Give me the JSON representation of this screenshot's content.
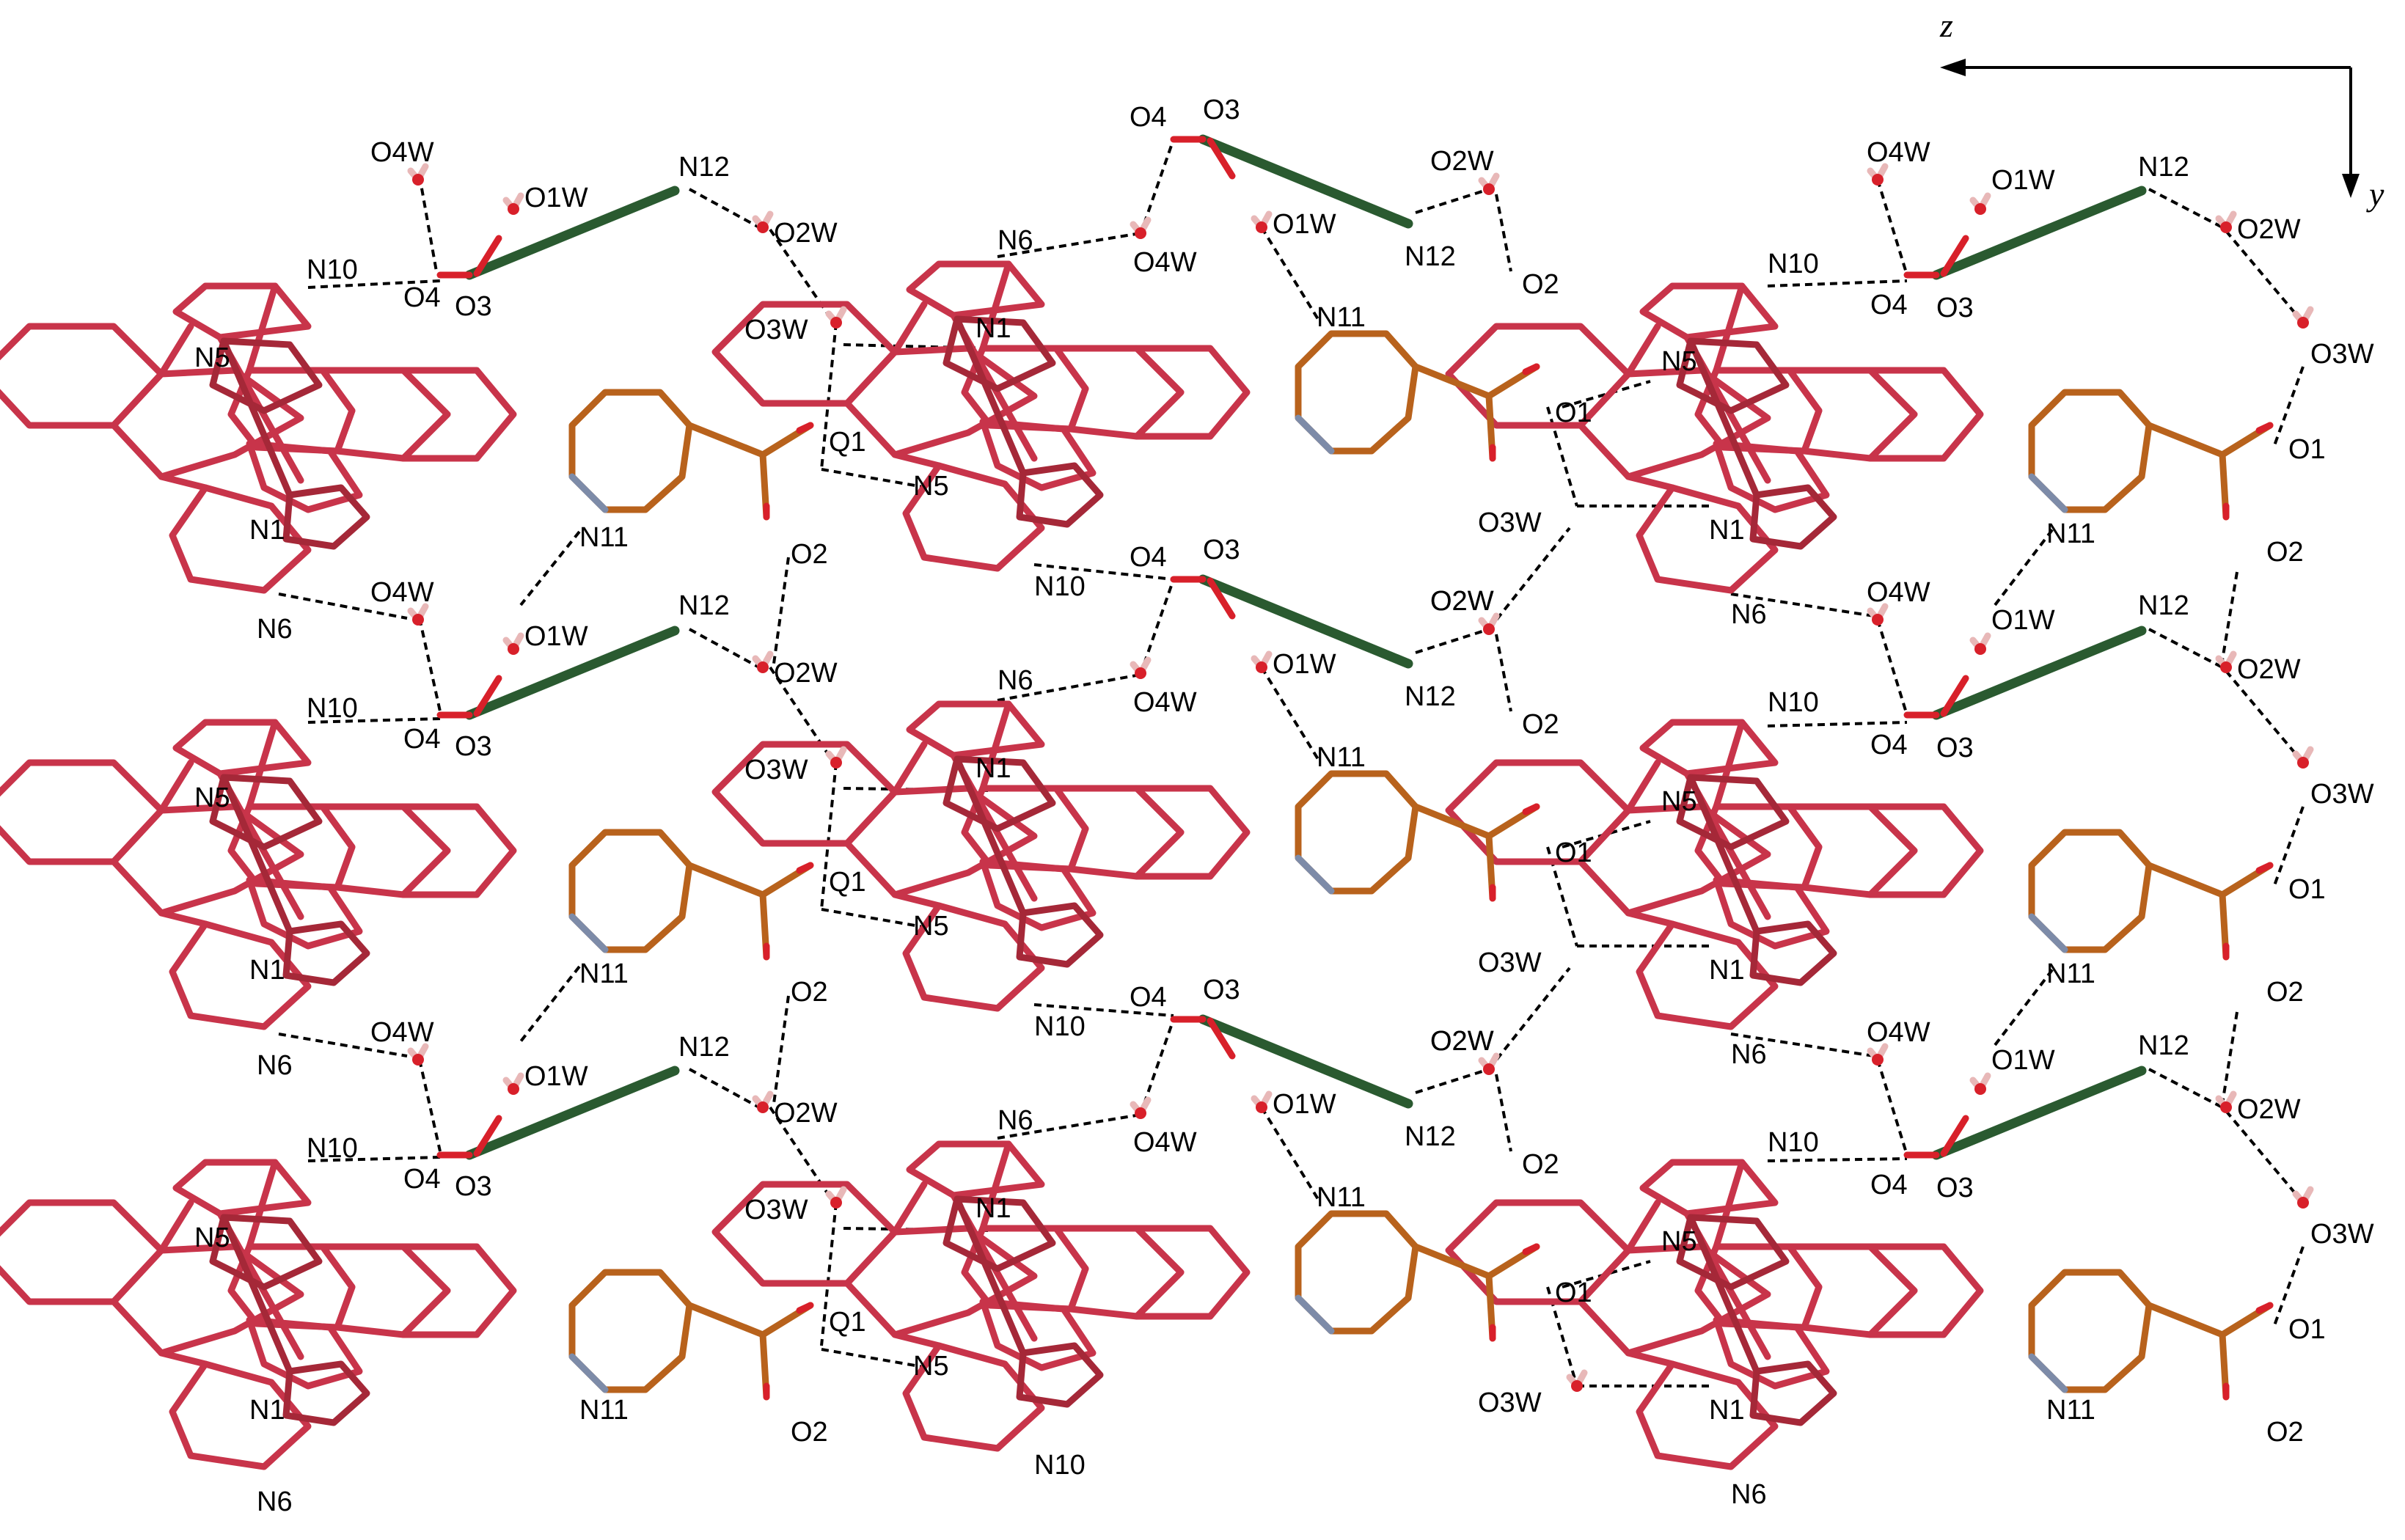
{
  "axes": {
    "z": "z",
    "y": "y"
  },
  "colors": {
    "complex": "#c8344a",
    "ligand": "#b8621c",
    "nitrogen": "#7d8ba8",
    "anion": "#2a5a30",
    "oxygen": "#d8202a",
    "hydrogen": "#e8b8b8",
    "hbond": "#000000"
  },
  "complex_labels": {
    "n1": "N1",
    "n5": "N5",
    "n6": "N6",
    "n10": "N10"
  },
  "ligand_labels": {
    "n11": "N11",
    "o1": "O1",
    "o2": "O2"
  },
  "water_labels": {
    "o1w": "O1W",
    "o2w": "O2W",
    "o3w": "O3W",
    "o4w": "O4W"
  },
  "anion_labels": {
    "o3": "O3",
    "o4": "O4",
    "n12": "N12"
  }
}
